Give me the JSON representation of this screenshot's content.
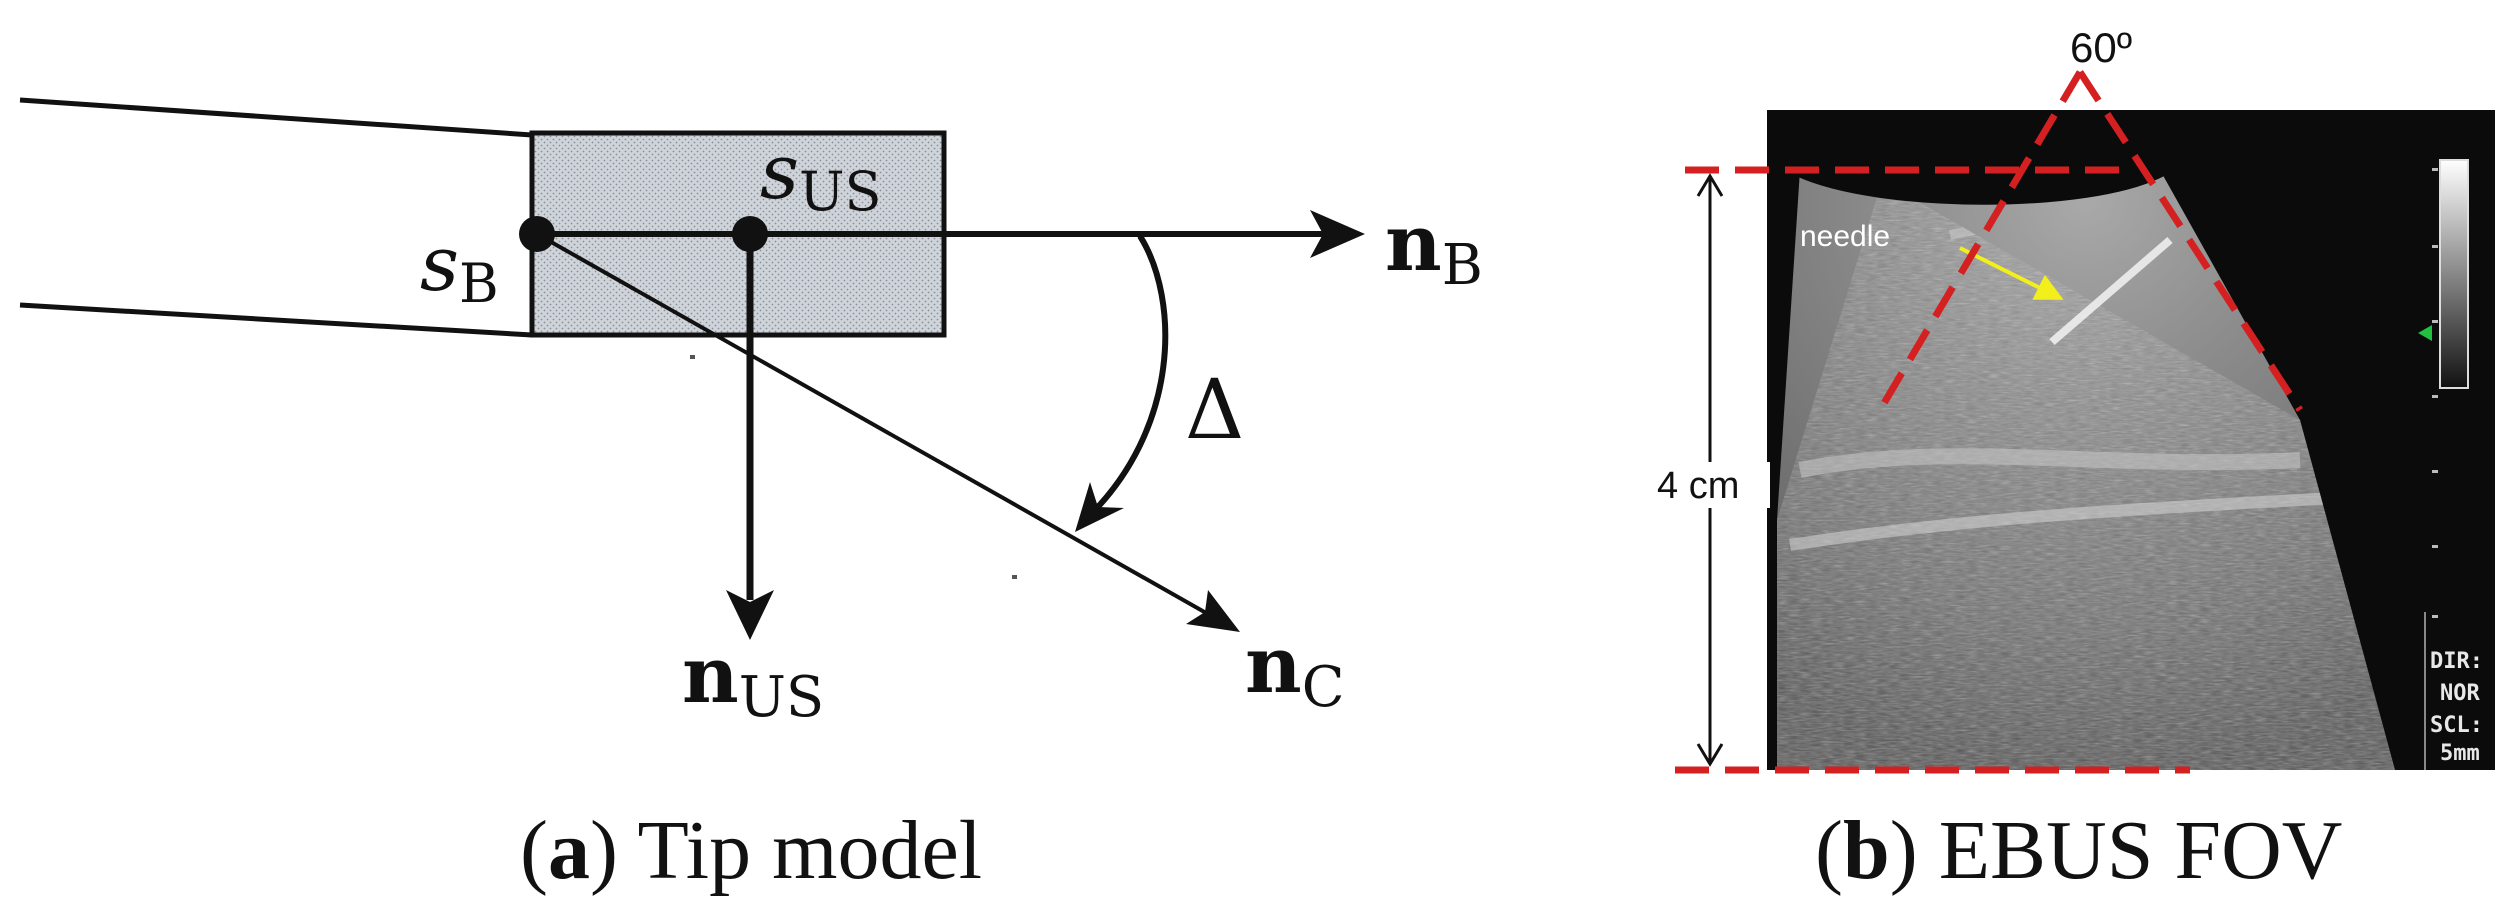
{
  "panel_a": {
    "caption_letter": "a",
    "caption_text": "Tip model",
    "labels": {
      "s_b": {
        "base": "s",
        "sub": "B"
      },
      "s_us": {
        "base": "s",
        "sub": "US"
      },
      "n_b": {
        "base": "n",
        "sub": "B"
      },
      "n_us": {
        "base": "n",
        "sub": "US"
      },
      "n_c": {
        "base": "n",
        "sub": "C"
      },
      "delta": "Δ"
    }
  },
  "panel_b": {
    "caption_letter": "b",
    "caption_text": "EBUS FOV",
    "angle_label": "60º",
    "depth_label": "4 cm",
    "needle_label": "needle",
    "side_text": [
      "DIR:",
      "NOR",
      "SCL:",
      "5mm"
    ]
  },
  "colors": {
    "guide_red": "#d42020",
    "needle_yellow": "#f2ef1c",
    "scanner_black": "#0b0b0b",
    "tip_fill": "#cfd3da"
  }
}
